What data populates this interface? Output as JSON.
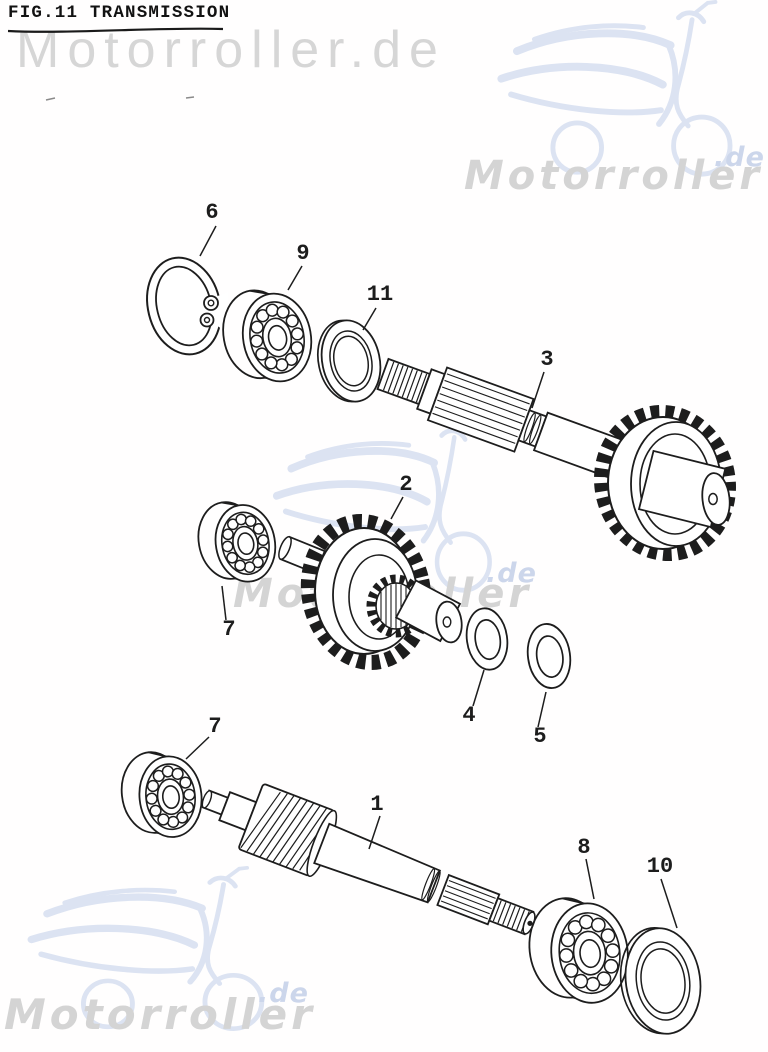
{
  "page": {
    "figure_title": "FIG.11 TRANSMISSION",
    "callouts": [
      "6",
      "9",
      "11",
      "3",
      "2",
      "7",
      "4",
      "5",
      "7",
      "1",
      "8",
      "10"
    ],
    "watermarks": {
      "large_text": "Motorroller.de",
      "brand_text": "Motorroller",
      "domain_text": ".de"
    },
    "colors": {
      "ink": "#1d1d1d",
      "gray_watermark": "#d6d6d6",
      "blue_watermark": "#ccd6eb",
      "logo_blue": "#dce3f2",
      "background": "#ffffff"
    }
  }
}
